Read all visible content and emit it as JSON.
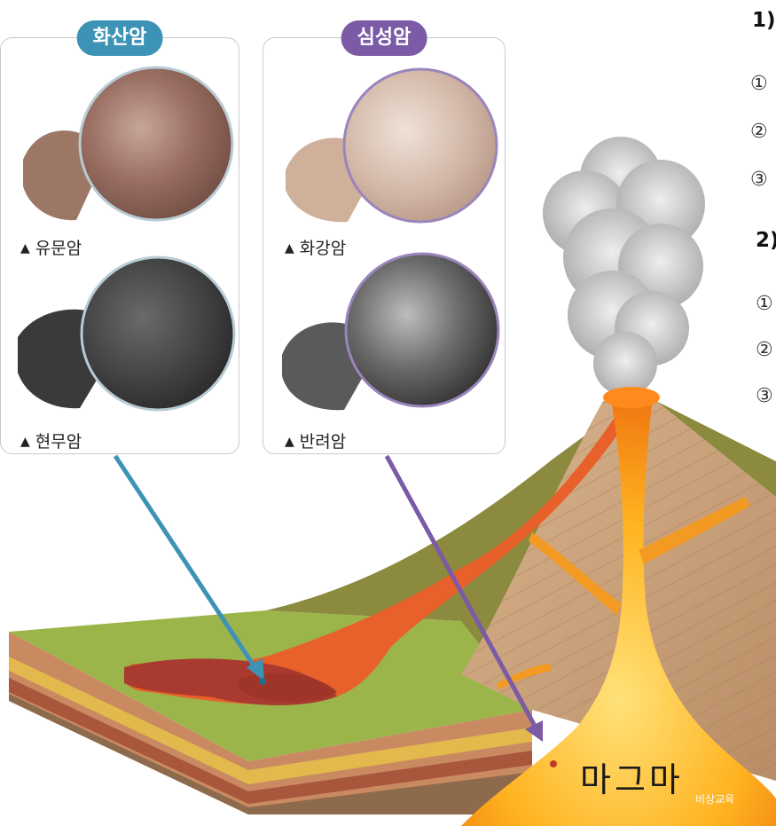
{
  "panels": {
    "volcanic": {
      "title": "화산암",
      "color": "#3d93b5",
      "rocks": [
        "유문암",
        "현무암"
      ]
    },
    "plutonic": {
      "title": "심성암",
      "color": "#7b5aa6",
      "rocks": [
        "화강암",
        "반려암"
      ]
    }
  },
  "side": {
    "heading1": "1)",
    "items1": [
      "①",
      "②",
      "③"
    ],
    "heading2": "2)",
    "items2": [
      "①",
      "②",
      "③"
    ]
  },
  "magma_label": "마그마",
  "credit": "비상교육",
  "marker": "▲"
}
